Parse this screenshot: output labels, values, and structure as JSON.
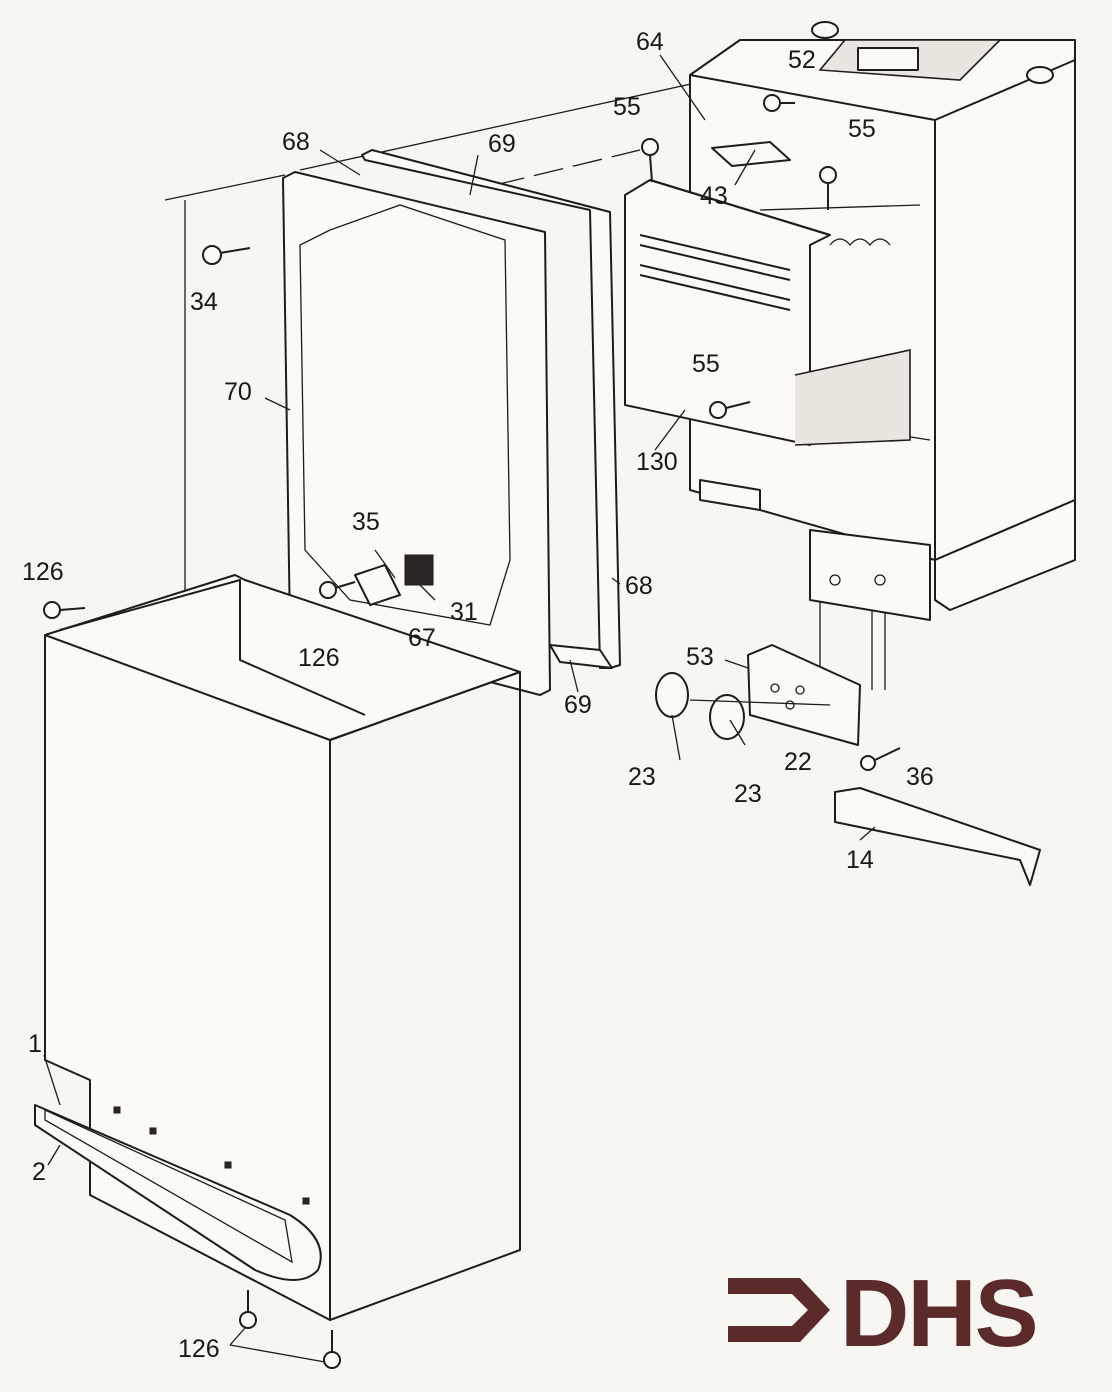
{
  "diagram": {
    "type": "exploded-parts-diagram",
    "logo": {
      "text": "DHS",
      "color": "#5b2b2c"
    },
    "line_color": "#1e1c1c",
    "background": "#f8f6f1",
    "callouts": {
      "c64": "64",
      "c52": "52",
      "c55_top_left": "55",
      "c55_top_right": "55",
      "c68_top": "68",
      "c69_top": "69",
      "c43": "43",
      "c34": "34",
      "c70": "70",
      "c55_mid": "55",
      "c130": "130",
      "c35": "35",
      "c126_left": "126",
      "c31": "31",
      "c67": "67",
      "c68_right": "68",
      "c126_panel": "126",
      "c69_bottom": "69",
      "c53": "53",
      "c23_left": "23",
      "c22": "22",
      "c23_right": "23",
      "c36": "36",
      "c14": "14",
      "c1": "1",
      "c2": "2",
      "c126_bottom": "126"
    }
  }
}
